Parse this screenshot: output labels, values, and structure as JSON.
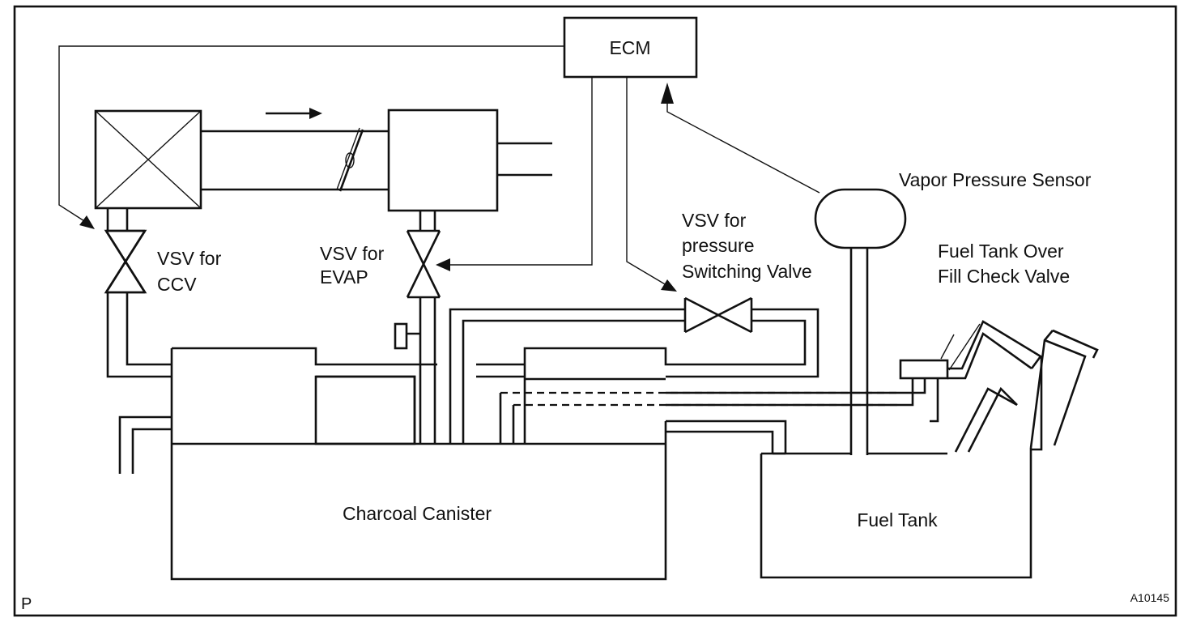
{
  "labels": {
    "ecm": "ECM",
    "vapor_pressure_sensor": "Vapor Pressure Sensor",
    "vsv_psv": [
      "VSV for",
      "pressure",
      "Switching Valve"
    ],
    "fuel_tank_over_fill": [
      "Fuel Tank Over",
      "Fill Check Valve"
    ],
    "vsv_ccv": [
      "VSV for",
      "CCV"
    ],
    "vsv_evap": [
      "VSV for",
      "EVAP"
    ],
    "charcoal_canister": "Charcoal Canister",
    "fuel_tank": "Fuel Tank",
    "corner_code": "P",
    "figure_id": "A10145"
  }
}
